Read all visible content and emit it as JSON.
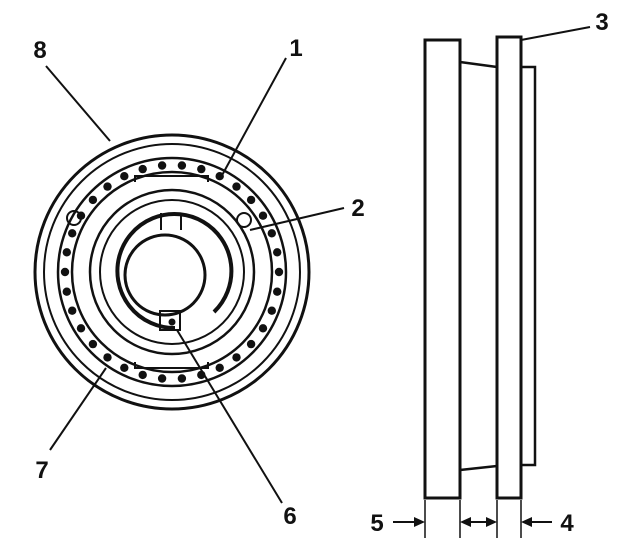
{
  "diagram": {
    "callouts": [
      {
        "id": "1",
        "label": "1"
      },
      {
        "id": "2",
        "label": "2"
      },
      {
        "id": "3",
        "label": "3"
      },
      {
        "id": "4",
        "label": "4"
      },
      {
        "id": "5",
        "label": "5"
      },
      {
        "id": "6",
        "label": "6"
      },
      {
        "id": "7",
        "label": "7"
      },
      {
        "id": "8",
        "label": "8"
      }
    ],
    "colors": {
      "ink": "#111111",
      "paper": "#ffffff"
    }
  }
}
